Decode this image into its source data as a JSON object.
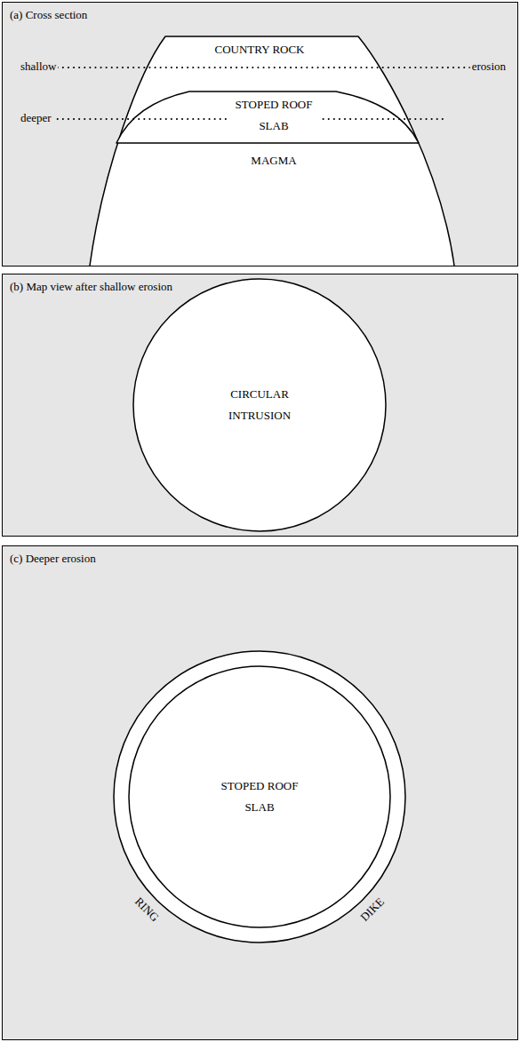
{
  "diagram": {
    "nodes": [
      {
        "text": [
          "(a) Cross section"
        ]
      },
      {
        "text": [
          "MAGMA"
        ],
        "in": 0
      },
      {
        "text": [
          "STOPED ROOF SLAB"
        ],
        "in": 1
      },
      {
        "text": [
          "(b) Map view after shallow erosion"
        ]
      },
      {
        "text": [
          "CIRCULAR INTRUSION"
        ],
        "in": 3
      },
      {
        "text": [
          "(c) Deeper erosion"
        ]
      },
      {
        "text": [
          "RING",
          "DIKE"
        ],
        "in": 5
      },
      {
        "text": [
          "STOPED ROOF SLAB"
        ],
        "in": 6
      }
    ],
    "labels": [
      "COUNTRY ROCK",
      "shallow",
      "erosion",
      "deeper"
    ]
  }
}
